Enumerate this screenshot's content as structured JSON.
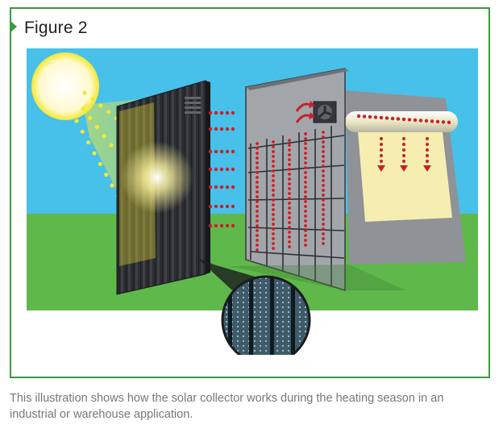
{
  "figure": {
    "title": "Figure 2",
    "caption": "This illustration shows how the solar collector works during the heating season in an industrial or warehouse application."
  },
  "colors": {
    "frame_border": "#3b9a3f",
    "sky": "#47c0ea",
    "grass": "#5fb84a",
    "sun": "#fffad0",
    "sun_rays": "#f3e733",
    "collector_wall": "#2b2d31",
    "building_wall": "#8f9398",
    "airflow_dots": "#c8202a",
    "duct": "#f6eeb0"
  },
  "icons": [
    "sun-icon",
    "fan-icon",
    "magnifier-detail"
  ]
}
